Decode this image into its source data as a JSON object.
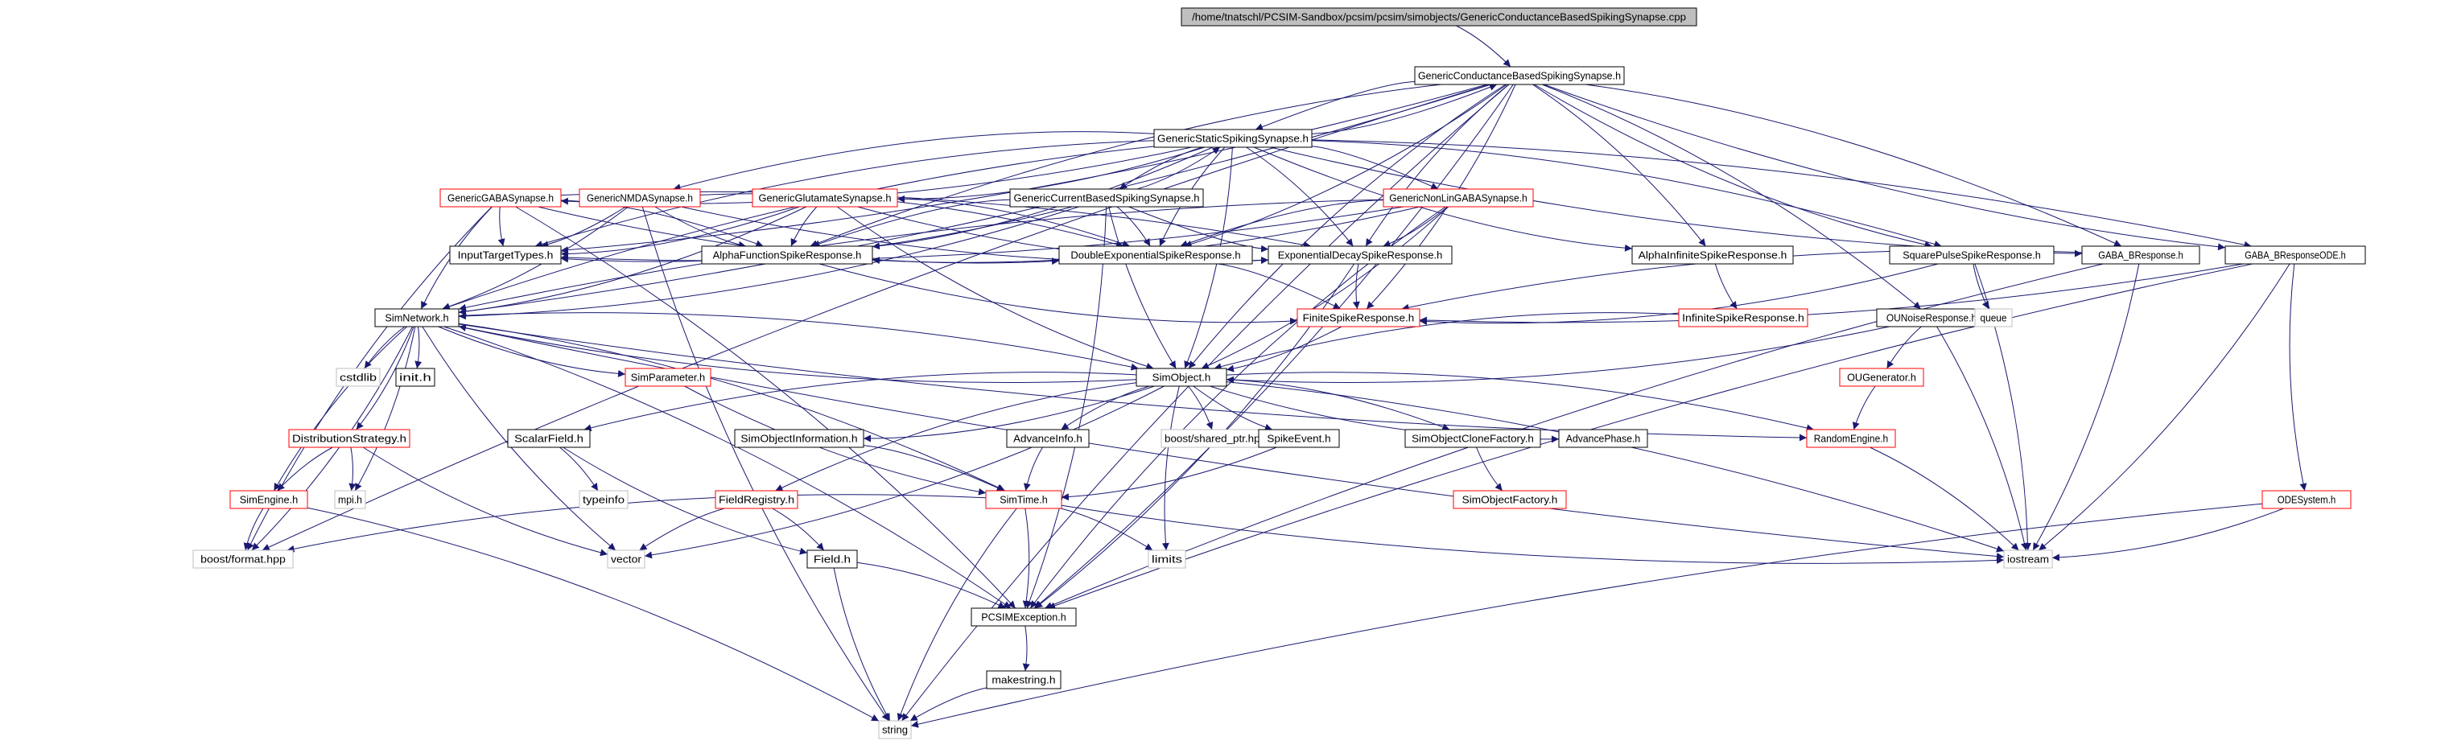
{
  "colors": {
    "edge": "#191970",
    "box_black": "#000000",
    "box_red": "#ff0000",
    "box_gray": "#bfbfbf",
    "root_fill": "#bfbfbf"
  },
  "nodes": [
    {
      "id": "root",
      "label": "/home/tnatschl/PCSIM-Sandbox/pcsim/pcsim/simobjects/GenericConductanceBasedSpikingSynapse.cpp",
      "style": "root"
    },
    {
      "id": "gcbss",
      "label": "GenericConductanceBasedSpikingSynapse.h",
      "style": "black"
    },
    {
      "id": "gsss",
      "label": "GenericStaticSpikingSynapse.h",
      "style": "black"
    },
    {
      "id": "ggaba",
      "label": "GenericGABASynapse.h",
      "style": "red"
    },
    {
      "id": "gnmda",
      "label": "GenericNMDASynapse.h",
      "style": "red"
    },
    {
      "id": "gglu",
      "label": "GenericGlutamateSynapse.h",
      "style": "red"
    },
    {
      "id": "gcurr",
      "label": "GenericCurrentBasedSpikingSynapse.h",
      "style": "black"
    },
    {
      "id": "gnonlin",
      "label": "GenericNonLinGABASynapse.h",
      "style": "red"
    },
    {
      "id": "itt",
      "label": "InputTargetTypes.h",
      "style": "black"
    },
    {
      "id": "afsr",
      "label": "AlphaFunctionSpikeResponse.h",
      "style": "black"
    },
    {
      "id": "desr",
      "label": "DoubleExponentialSpikeResponse.h",
      "style": "black"
    },
    {
      "id": "edsr",
      "label": "ExponentialDecaySpikeResponse.h",
      "style": "black"
    },
    {
      "id": "aisr",
      "label": "AlphaInfiniteSpikeResponse.h",
      "style": "black"
    },
    {
      "id": "spsr",
      "label": "SquarePulseSpikeResponse.h",
      "style": "black"
    },
    {
      "id": "gabab",
      "label": "GABA_BResponse.h",
      "style": "black"
    },
    {
      "id": "gababode",
      "label": "GABA_BResponseODE.h",
      "style": "black"
    },
    {
      "id": "simnet",
      "label": "SimNetwork.h",
      "style": "black"
    },
    {
      "id": "fsr",
      "label": "FiniteSpikeResponse.h",
      "style": "red"
    },
    {
      "id": "isr",
      "label": "InfiniteSpikeResponse.h",
      "style": "red"
    },
    {
      "id": "ounr",
      "label": "OUNoiseResponse.h",
      "style": "black"
    },
    {
      "id": "queue",
      "label": "queue",
      "style": "gray"
    },
    {
      "id": "cstdlib",
      "label": "cstdlib",
      "style": "gray"
    },
    {
      "id": "init",
      "label": "init.h",
      "style": "black"
    },
    {
      "id": "simparam",
      "label": "SimParameter.h",
      "style": "red"
    },
    {
      "id": "simobj",
      "label": "SimObject.h",
      "style": "black"
    },
    {
      "id": "ougen",
      "label": "OUGenerator.h",
      "style": "red"
    },
    {
      "id": "diststrat",
      "label": "DistributionStrategy.h",
      "style": "red"
    },
    {
      "id": "scalar",
      "label": "ScalarField.h",
      "style": "black"
    },
    {
      "id": "simobjinfo",
      "label": "SimObjectInformation.h",
      "style": "black"
    },
    {
      "id": "advinfo",
      "label": "AdvanceInfo.h",
      "style": "black"
    },
    {
      "id": "sharedptr",
      "label": "boost/shared_ptr.hpp",
      "style": "gray"
    },
    {
      "id": "spikeevent",
      "label": "SpikeEvent.h",
      "style": "black"
    },
    {
      "id": "clonefac",
      "label": "SimObjectCloneFactory.h",
      "style": "black"
    },
    {
      "id": "advphase",
      "label": "AdvancePhase.h",
      "style": "black"
    },
    {
      "id": "randeng",
      "label": "RandomEngine.h",
      "style": "red"
    },
    {
      "id": "typeinfo",
      "label": "typeinfo",
      "style": "gray"
    },
    {
      "id": "simengine",
      "label": "SimEngine.h",
      "style": "red"
    },
    {
      "id": "mpi",
      "label": "mpi.h",
      "style": "gray"
    },
    {
      "id": "fieldreg",
      "label": "FieldRegistry.h",
      "style": "red"
    },
    {
      "id": "simtime",
      "label": "SimTime.h",
      "style": "red"
    },
    {
      "id": "simobjfac",
      "label": "SimObjectFactory.h",
      "style": "red"
    },
    {
      "id": "odesys",
      "label": "ODESystem.h",
      "style": "red"
    },
    {
      "id": "boostfmt",
      "label": "boost/format.hpp",
      "style": "gray"
    },
    {
      "id": "vector",
      "label": "vector",
      "style": "gray"
    },
    {
      "id": "field",
      "label": "Field.h",
      "style": "black"
    },
    {
      "id": "limits",
      "label": "limits",
      "style": "gray"
    },
    {
      "id": "iostream",
      "label": "iostream",
      "style": "gray"
    },
    {
      "id": "pcsimexc",
      "label": "PCSIMException.h",
      "style": "black"
    },
    {
      "id": "makestring",
      "label": "makestring.h",
      "style": "black"
    },
    {
      "id": "string",
      "label": "string",
      "style": "gray"
    }
  ],
  "edges": [
    [
      "root",
      "gcbss"
    ],
    [
      "gcbss",
      "gsss"
    ],
    [
      "gcbss",
      "simnet"
    ],
    [
      "gcbss",
      "afsr"
    ],
    [
      "gcbss",
      "desr"
    ],
    [
      "gcbss",
      "edsr"
    ],
    [
      "gcbss",
      "aisr"
    ],
    [
      "gcbss",
      "spsr"
    ],
    [
      "gcbss",
      "gabab"
    ],
    [
      "gcbss",
      "gababode"
    ],
    [
      "gcbss",
      "fsr"
    ],
    [
      "gcbss",
      "simobj"
    ],
    [
      "gcbss",
      "ounr"
    ],
    [
      "gcbss",
      "boostfmt"
    ],
    [
      "gcbss",
      "pcsimexc"
    ],
    [
      "gcbss",
      "string"
    ],
    [
      "gcbss",
      "itt"
    ],
    [
      "gsss",
      "gcbss"
    ],
    [
      "gsss",
      "ggaba"
    ],
    [
      "gsss",
      "gnmda"
    ],
    [
      "gsss",
      "gglu"
    ],
    [
      "gsss",
      "gcurr"
    ],
    [
      "gsss",
      "gnonlin"
    ],
    [
      "gsss",
      "itt"
    ],
    [
      "gsss",
      "afsr"
    ],
    [
      "gsss",
      "desr"
    ],
    [
      "gsss",
      "edsr"
    ],
    [
      "gsss",
      "simnet"
    ],
    [
      "gsss",
      "simobj"
    ],
    [
      "gsss",
      "aisr"
    ],
    [
      "gsss",
      "spsr"
    ],
    [
      "gsss",
      "gabab"
    ],
    [
      "gsss",
      "gababode"
    ],
    [
      "gcurr",
      "gsss"
    ],
    [
      "gcurr",
      "itt"
    ],
    [
      "gcurr",
      "afsr"
    ],
    [
      "gcurr",
      "desr"
    ],
    [
      "gcurr",
      "edsr"
    ],
    [
      "gcurr",
      "simnet"
    ],
    [
      "gcurr",
      "simobj"
    ],
    [
      "gcurr",
      "pcsimexc"
    ],
    [
      "ggaba",
      "itt"
    ],
    [
      "ggaba",
      "afsr"
    ],
    [
      "ggaba",
      "desr"
    ],
    [
      "ggaba",
      "edsr"
    ],
    [
      "ggaba",
      "simnet"
    ],
    [
      "ggaba",
      "pcsimexc"
    ],
    [
      "ggaba",
      "boostfmt"
    ],
    [
      "gnmda",
      "itt"
    ],
    [
      "gnmda",
      "afsr"
    ],
    [
      "gnmda",
      "desr"
    ],
    [
      "gnmda",
      "edsr"
    ],
    [
      "gnmda",
      "simnet"
    ],
    [
      "gnmda",
      "string"
    ],
    [
      "gglu",
      "itt"
    ],
    [
      "gglu",
      "afsr"
    ],
    [
      "gglu",
      "desr"
    ],
    [
      "gglu",
      "edsr"
    ],
    [
      "gglu",
      "simnet"
    ],
    [
      "gglu",
      "simobj"
    ],
    [
      "gnonlin",
      "itt"
    ],
    [
      "gnonlin",
      "desr"
    ],
    [
      "gnonlin",
      "edsr"
    ],
    [
      "gnonlin",
      "simnet"
    ],
    [
      "gnonlin",
      "simobj"
    ],
    [
      "gnonlin",
      "pcsimexc"
    ],
    [
      "gnonlin",
      "afsr"
    ],
    [
      "afsr",
      "fsr"
    ],
    [
      "desr",
      "fsr"
    ],
    [
      "edsr",
      "fsr"
    ],
    [
      "edsr",
      "pcsimexc"
    ],
    [
      "aisr",
      "isr"
    ],
    [
      "spsr",
      "fsr"
    ],
    [
      "spsr",
      "queue"
    ],
    [
      "spsr",
      "iostream"
    ],
    [
      "gabab",
      "fsr"
    ],
    [
      "gabab",
      "iostream"
    ],
    [
      "gabab",
      "pcsimexc"
    ],
    [
      "gababode",
      "fsr"
    ],
    [
      "gababode",
      "odesys"
    ],
    [
      "gababode",
      "iostream"
    ],
    [
      "gababode",
      "pcsimexc"
    ],
    [
      "fsr",
      "simobj"
    ],
    [
      "isr",
      "simobj"
    ],
    [
      "ounr",
      "simobj"
    ],
    [
      "ounr",
      "ougen"
    ],
    [
      "ounr",
      "iostream"
    ],
    [
      "ougen",
      "randeng"
    ],
    [
      "simnet",
      "simobj"
    ],
    [
      "simnet",
      "cstdlib"
    ],
    [
      "simnet",
      "init"
    ],
    [
      "simnet",
      "simparam"
    ],
    [
      "simnet",
      "diststrat"
    ],
    [
      "simnet",
      "simengine"
    ],
    [
      "simnet",
      "mpi"
    ],
    [
      "simnet",
      "vector"
    ],
    [
      "simnet",
      "pcsimexc"
    ],
    [
      "simnet",
      "randeng"
    ],
    [
      "simnet",
      "simtime"
    ],
    [
      "simnet",
      "iostream"
    ],
    [
      "simnet",
      "boostfmt"
    ],
    [
      "simparam",
      "simtime"
    ],
    [
      "simobj",
      "simnet"
    ],
    [
      "simobj",
      "scalar"
    ],
    [
      "simobj",
      "simobjinfo"
    ],
    [
      "simobj",
      "advinfo"
    ],
    [
      "simobj",
      "sharedptr"
    ],
    [
      "simobj",
      "spikeevent"
    ],
    [
      "simobj",
      "clonefac"
    ],
    [
      "simobj",
      "advphase"
    ],
    [
      "simobj",
      "randeng"
    ],
    [
      "simobj",
      "fieldreg"
    ],
    [
      "simobj",
      "iostream"
    ],
    [
      "simobj",
      "limits"
    ],
    [
      "simobj",
      "vector"
    ],
    [
      "diststrat",
      "simengine"
    ],
    [
      "diststrat",
      "mpi"
    ],
    [
      "diststrat",
      "vector"
    ],
    [
      "scalar",
      "typeinfo"
    ],
    [
      "scalar",
      "field"
    ],
    [
      "simobjinfo",
      "simtime"
    ],
    [
      "advinfo",
      "simtime"
    ],
    [
      "spikeevent",
      "simtime"
    ],
    [
      "clonefac",
      "simobjfac"
    ],
    [
      "randeng",
      "iostream"
    ],
    [
      "simengine",
      "boostfmt"
    ],
    [
      "simengine",
      "string"
    ],
    [
      "fieldreg",
      "vector"
    ],
    [
      "fieldreg",
      "field"
    ],
    [
      "simtime",
      "boostfmt"
    ],
    [
      "simtime",
      "limits"
    ],
    [
      "simtime",
      "iostream"
    ],
    [
      "simtime",
      "pcsimexc"
    ],
    [
      "simtime",
      "string"
    ],
    [
      "field",
      "pcsimexc"
    ],
    [
      "field",
      "string"
    ],
    [
      "odesys",
      "iostream"
    ],
    [
      "odesys",
      "string"
    ],
    [
      "pcsimexc",
      "makestring"
    ],
    [
      "makestring",
      "string"
    ]
  ]
}
